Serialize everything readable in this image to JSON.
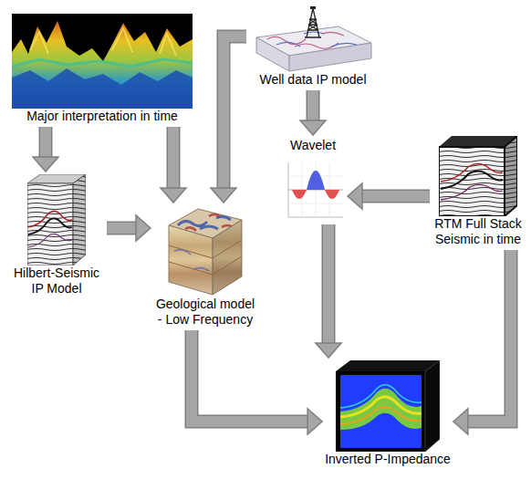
{
  "diagram": {
    "nodes": [
      {
        "text": [
          "Major interpretation in time"
        ]
      },
      {
        "text": [
          "Well data IP model"
        ]
      },
      {
        "text": [
          "Wavelet"
        ]
      },
      {
        "text": [
          "RTM Full Stack Seismic in time"
        ]
      },
      {
        "text": [
          "Hilbert-Seismic IP Model"
        ]
      },
      {
        "text": [
          "Geological model - Low Frequency"
        ]
      },
      {
        "text": [
          "Inverted P-Impedance"
        ]
      }
    ],
    "edges": [
      {
        "from": 0,
        "to": 4,
        "arrow": "to"
      },
      {
        "from": 0,
        "to": 5,
        "arrow": "to"
      },
      {
        "from": 1,
        "to": 5,
        "arrow": "to"
      },
      {
        "from": 1,
        "to": 2,
        "arrow": "to"
      },
      {
        "from": 3,
        "to": 2,
        "arrow": "to"
      },
      {
        "from": 4,
        "to": 5,
        "arrow": "to"
      },
      {
        "from": 2,
        "to": 6,
        "arrow": "to"
      },
      {
        "from": 5,
        "to": 6,
        "arrow": "to"
      },
      {
        "from": 3,
        "to": 6,
        "arrow": "to"
      }
    ]
  }
}
